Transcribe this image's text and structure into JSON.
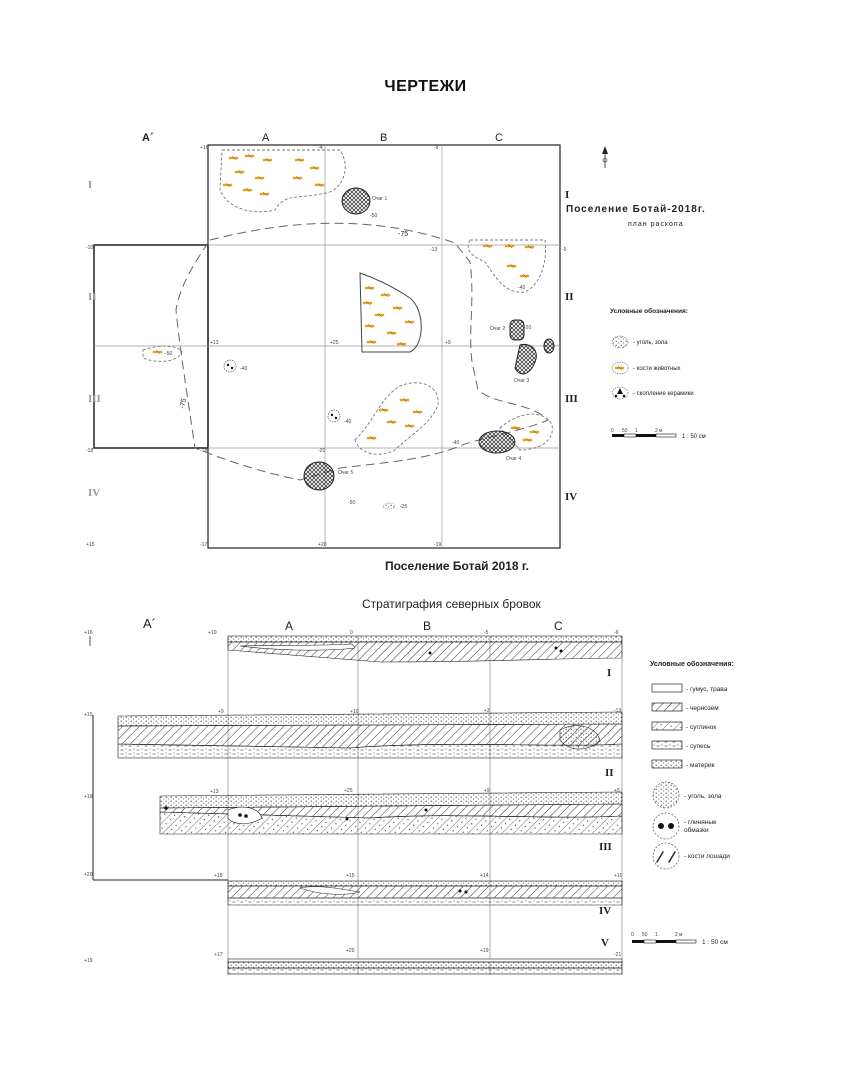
{
  "page": {
    "title": "ЧЕРТЕЖИ"
  },
  "plan": {
    "title": "Поселение Ботай-2018г.",
    "subtitle": "план раскопа",
    "columns": [
      "A´",
      "A",
      "B",
      "C"
    ],
    "rows": [
      "I",
      "II",
      "III",
      "IV"
    ],
    "rows_faint": [
      "I",
      "II",
      "III",
      "IV"
    ],
    "contour_labels": [
      "-75",
      "-75"
    ],
    "hearths": [
      "Очаг 1",
      "Очаг 2",
      "Очаг 3",
      "Очаг 4",
      "Очаг 5"
    ],
    "depths": [
      "-50",
      "-40",
      "-40",
      "-40",
      "-50",
      "-40",
      "-50",
      "-25",
      "-20"
    ],
    "grid_marks": [
      "+16",
      "-4",
      "-9",
      "-10",
      "-13",
      "-5",
      "+13",
      "+25",
      "+9",
      "-18",
      "-18",
      "-20",
      "-17",
      "+20",
      "+15",
      "-19"
    ],
    "legend": {
      "title": "Условные обозначения:",
      "items": [
        {
          "icon": "ash-dots-icon",
          "label": "- уголь, зола"
        },
        {
          "icon": "animal-bones-icon",
          "label": "- кости животных"
        },
        {
          "icon": "ceramics-icon",
          "label": "- скопление керамики"
        }
      ]
    },
    "scale": {
      "ticks": [
        "0",
        "50",
        "1",
        "2"
      ],
      "unit": "м",
      "ratio": "1 : 50 см"
    },
    "caption": "Поселение Ботай 2018 г."
  },
  "strat": {
    "title": "Стратиграфия северных бровок",
    "columns": [
      "A´",
      "A",
      "B",
      "C"
    ],
    "rows": [
      "I",
      "II",
      "III",
      "IV",
      "V"
    ],
    "left_marks": [
      "+16",
      "+15",
      "+19",
      "+20",
      "+19"
    ],
    "top_marks": [
      "+10",
      "0",
      "-5",
      "-9",
      "+9",
      "+10",
      "+3",
      "-13",
      "+13",
      "+25",
      "+9",
      "+5",
      "+18",
      "+15",
      "+14",
      "+11",
      "+17",
      "+20",
      "+19",
      "-21"
    ],
    "legend": {
      "title": "Условные обозначения:",
      "items": [
        {
          "icon": "humus-swatch-icon",
          "label": "- гумус, трава"
        },
        {
          "icon": "chernozem-swatch-icon",
          "label": "- чернозем"
        },
        {
          "icon": "loam-swatch-icon",
          "label": "- суглинок"
        },
        {
          "icon": "sandy-loam-swatch-icon",
          "label": "- супесь"
        },
        {
          "icon": "bedrock-swatch-icon",
          "label": "- материк"
        },
        {
          "icon": "ash-dots-icon",
          "label": "- уголь, зола"
        },
        {
          "icon": "clay-coating-icon",
          "label": "- глиняные\nобмазки"
        },
        {
          "icon": "horse-bones-icon",
          "label": "- кости лошади"
        }
      ]
    },
    "scale": {
      "ticks": [
        "0",
        "50",
        "1",
        "2"
      ],
      "unit": "м",
      "ratio": "1 : 50 см"
    }
  },
  "colors": {
    "bone": "#e8a020",
    "ink": "#222222",
    "grid": "#9a9a9a"
  }
}
